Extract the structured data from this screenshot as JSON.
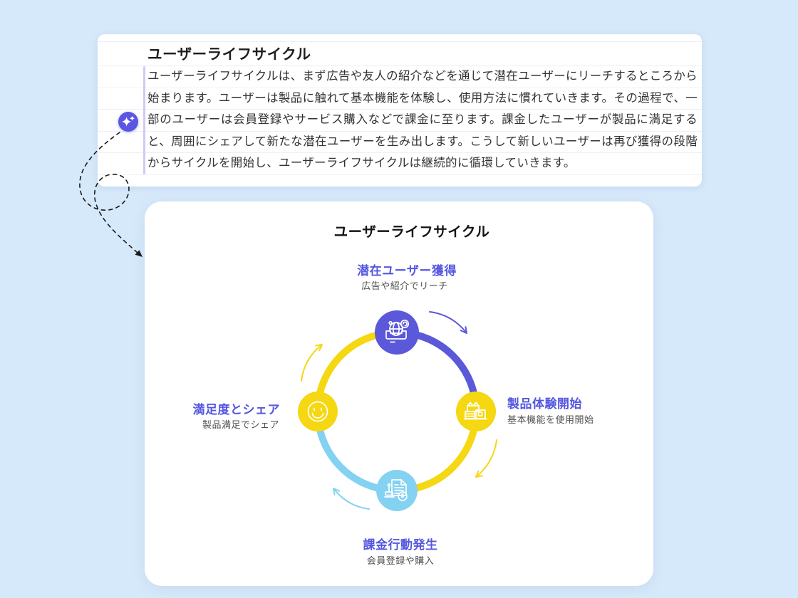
{
  "colors": {
    "background": "#d6e9fa",
    "purple": "#5b58da",
    "yellow": "#f5d712",
    "light_blue": "#84d2f2",
    "label_purple": "#5457e0",
    "ai_button_purple": "#5b55e3"
  },
  "doc_card": {
    "heading": "ユーザーライフサイクル",
    "paragraph": "ユーザーライフサイクルは、まず広告や友人の紹介などを通じて潜在ユーザーにリーチするところから始まります。ユーザーは製品に触れて基本機能を体験し、使用方法に慣れていきます。その過程で、一部のユーザーは会員登録やサービス購入などで課金に至ります。課金したユーザーが製品に満足すると、周囲にシェアして新たな潜在ユーザーを生み出します。こうして新しいユーザーは再び獲得の段階からサイクルを開始し、ユーザーライフサイクルは継続的に循環していきます。"
  },
  "ai_assistant": {
    "icon": "sparkle-icon"
  },
  "annotation": {
    "icon": "dashed-curved-arrow-icon"
  },
  "diagram": {
    "title": "ユーザーライフサイクル",
    "type": "cycle",
    "direction": "clockwise",
    "nodes": [
      {
        "label": "潜在ユーザー獲得",
        "sublabel": "広告や紹介でリーチ",
        "position": "top",
        "color": "#5b58da",
        "icon": "globe-search-icon"
      },
      {
        "label": "製品体験開始",
        "sublabel": "基本機能を使用開始",
        "position": "right",
        "color": "#f5d712",
        "icon": "product-boxes-icon"
      },
      {
        "label": "課金行動発生",
        "sublabel": "会員登録や購入",
        "position": "bottom",
        "color": "#84d2f2",
        "icon": "billing-document-icon"
      },
      {
        "label": "満足度とシェア",
        "sublabel": "製品満足でシェア",
        "position": "left",
        "color": "#f5d712",
        "icon": "smiley-face-icon"
      }
    ],
    "segments": [
      {
        "from": "top",
        "to": "right",
        "color": "#5b58da"
      },
      {
        "from": "right",
        "to": "bottom",
        "color": "#f5d712"
      },
      {
        "from": "bottom",
        "to": "left",
        "color": "#84d2f2"
      },
      {
        "from": "left",
        "to": "top",
        "color": "#f5d712"
      }
    ]
  }
}
